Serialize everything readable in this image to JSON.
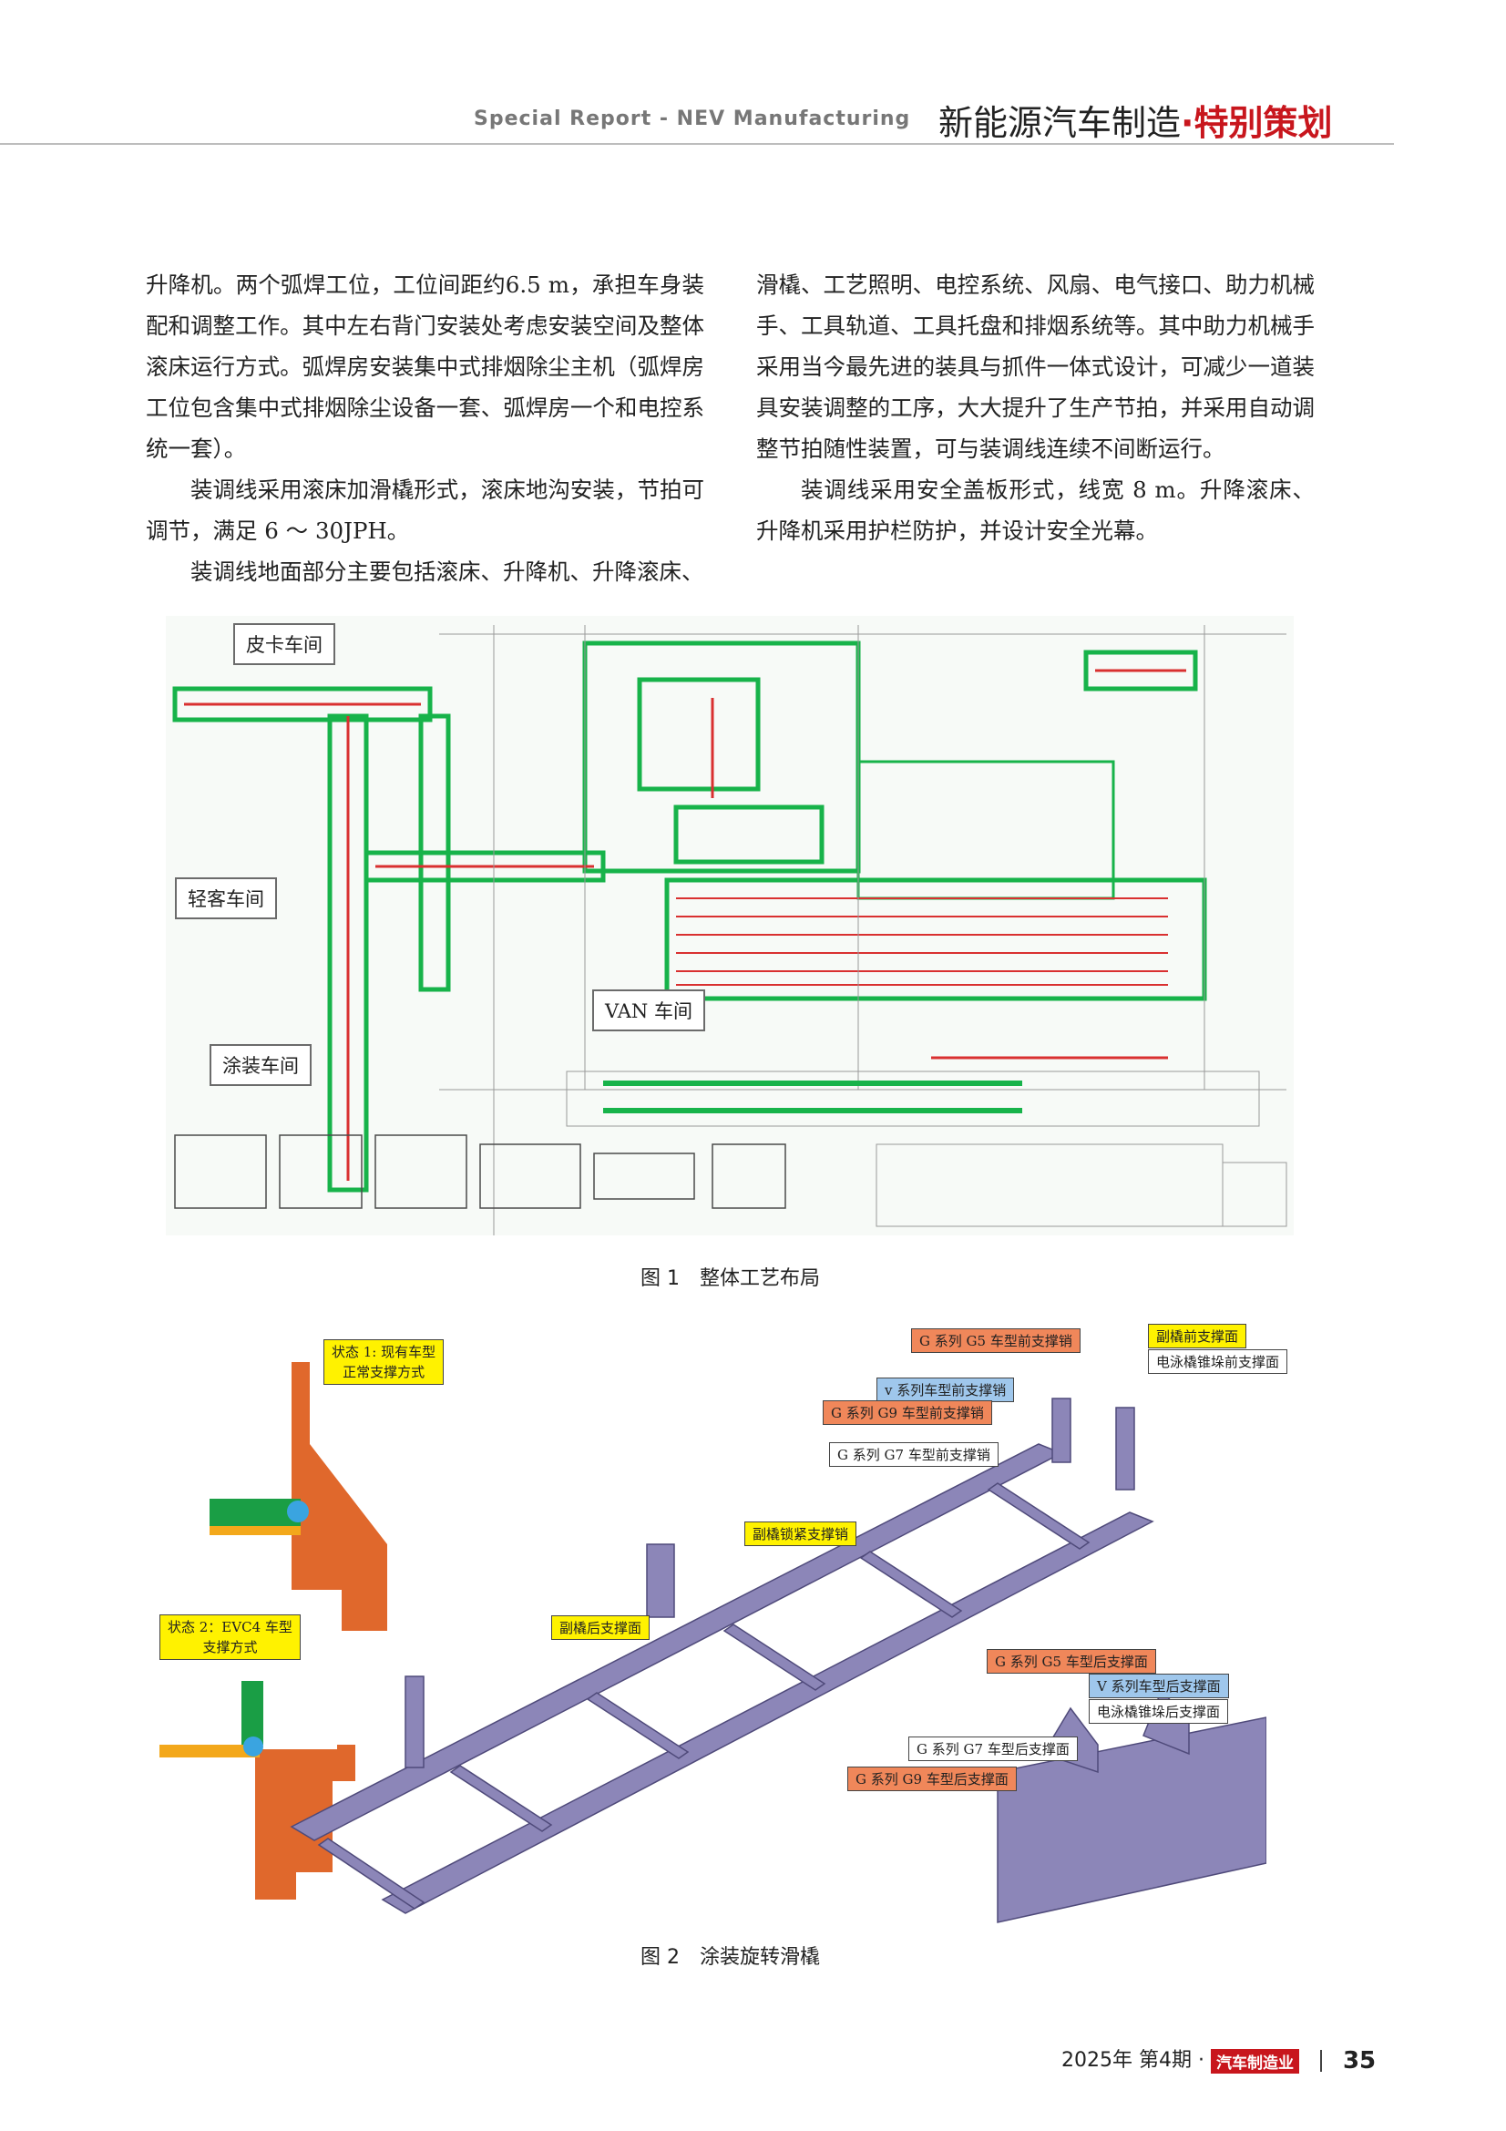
{
  "header": {
    "english": "Special Report - NEV Manufacturing",
    "chinese_main": "新能源汽车制造",
    "chinese_dot": "·",
    "chinese_section": "特别策划"
  },
  "body": {
    "left": [
      "升降机。两个弧焊工位，工位间距约6.5 m，承担车身装配和调整工作。其中左右背门安装处考虑安装空间及整体滚床运行方式。弧焊房安装集中式排烟除尘主机（弧焊房工位包含集中式排烟除尘设备一套、弧焊房一个和电控系统一套）。",
      "装调线采用滚床加滑橇形式，滚床地沟安装，节拍可调节，满足 6 ～ 30JPH。",
      "装调线地面部分主要包括滚床、升降机、升降滚床、"
    ],
    "right": [
      "滑橇、工艺照明、电控系统、风扇、电气接口、助力机械手、工具轨道、工具托盘和排烟系统等。其中助力机械手采用当今最先进的装具与抓件一体式设计，可减少一道装具安装调整的工序，大大提升了生产节拍，并采用自动调整节拍随性装置，可与装调线连续不间断运行。",
      "装调线采用安全盖板形式，线宽 8 m。升降滚床、升降机采用护栏防护，并设计安全光幕。"
    ]
  },
  "figure1": {
    "caption": "图 1　整体工艺布局",
    "tags": {
      "pickup": "皮卡车间",
      "light_bus": "轻客车间",
      "paint": "涂装车间",
      "van": "VAN 车间"
    }
  },
  "figure2": {
    "caption": "图 2　涂装旋转滑橇",
    "state1": "状态 1: 现有车型\n正常支撑方式",
    "state2": "状态 2：EVC4 车型\n支撑方式",
    "labels": {
      "g5_front": "G 系列 G5 车型前支撑销",
      "sub_front": "副橇前支撑面",
      "edc_front": "电泳橇锥垛前支撑面",
      "v_front": "v 系列车型前支撑销",
      "g9_front": "G 系列 G9 车型前支撑销",
      "g7_front": "G 系列 G7 车型前支撑销",
      "sub_lock": "副橇锁紧支撑销",
      "sub_rear": "副橇后支撑面",
      "g5_rear": "G 系列 G5 车型后支撑面",
      "v_rear": "V 系列车型后支撑面",
      "edc_rear": "电泳橇锥垛后支撑面",
      "g7_rear": "G 系列 G7 车型后支撑面",
      "g9_rear": "G 系列 G9 车型后支撑面"
    }
  },
  "footer": {
    "issue": "2025年  第4期 ·",
    "logo": "汽车制造业",
    "page": "35"
  },
  "colors": {
    "accent_red": "#c8161d",
    "layout_green": "#17b34a",
    "layout_red": "#d93030",
    "sled_purple": "#8c86b8",
    "bracket_orange": "#e0682c"
  }
}
